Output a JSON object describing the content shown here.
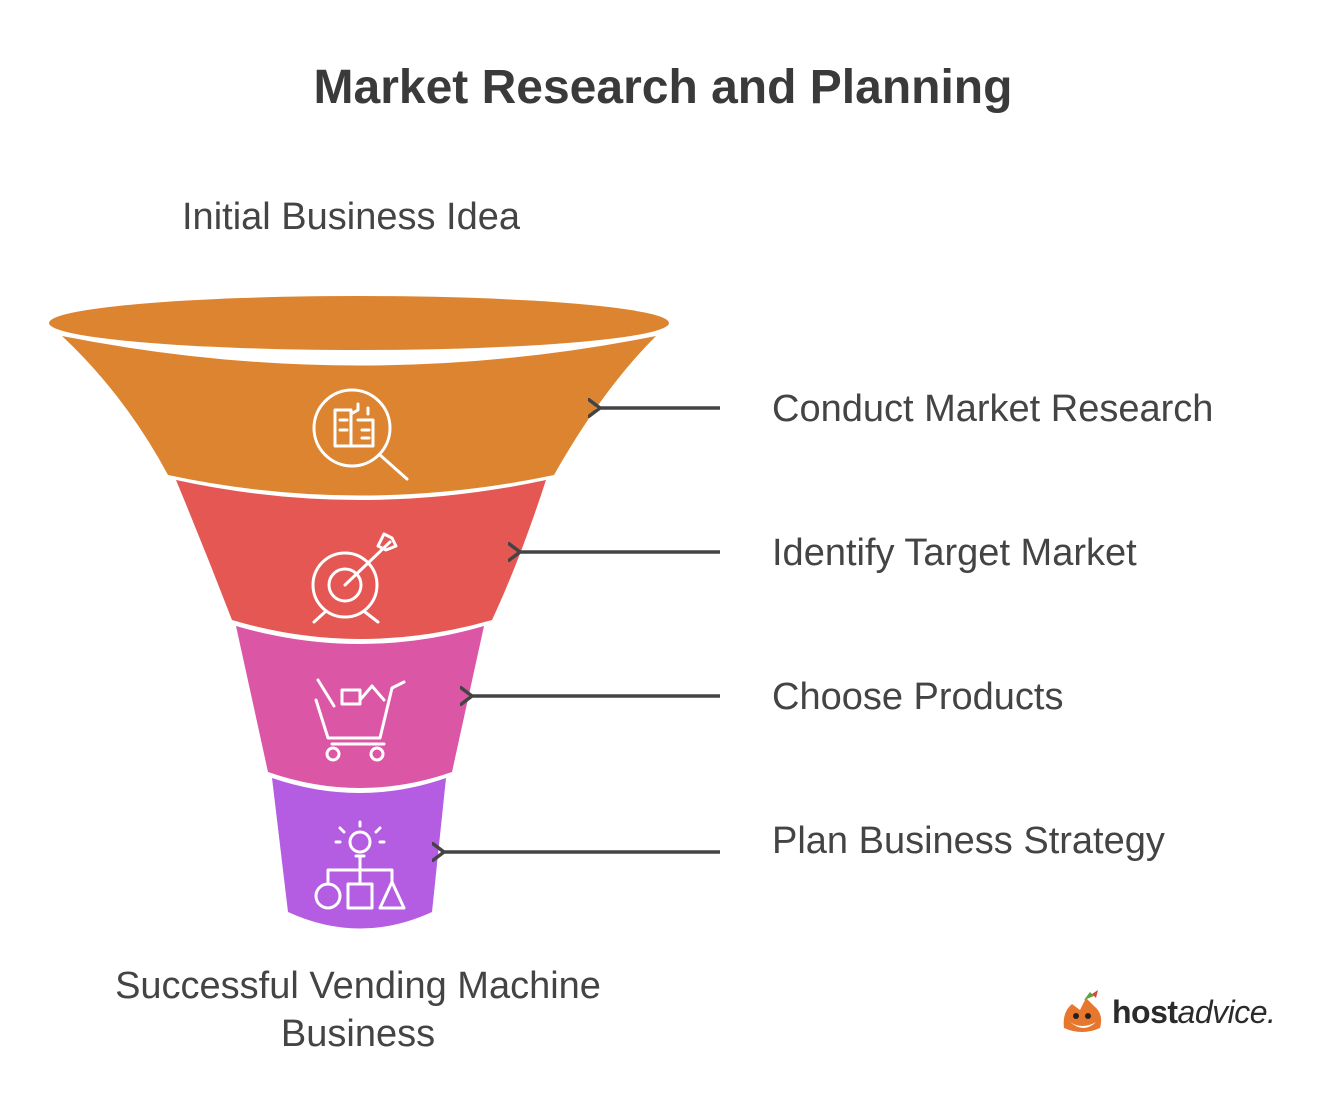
{
  "title": "Market Research and Planning",
  "top_label": "Initial Business Idea",
  "bottom_label": "Successful Vending Machine Business",
  "stages": [
    {
      "label": "Conduct Market Research",
      "color": "#DD8430",
      "icon": "market-research-icon"
    },
    {
      "label": "Identify Target Market",
      "color": "#E45752",
      "icon": "target-icon"
    },
    {
      "label": "Choose Products",
      "color": "#DC56A6",
      "icon": "shopping-cart-icon"
    },
    {
      "label": "Plan Business Strategy",
      "color": "#B45DE3",
      "icon": "strategy-icon"
    }
  ],
  "logo": {
    "bold": "host",
    "rest": "advice."
  }
}
